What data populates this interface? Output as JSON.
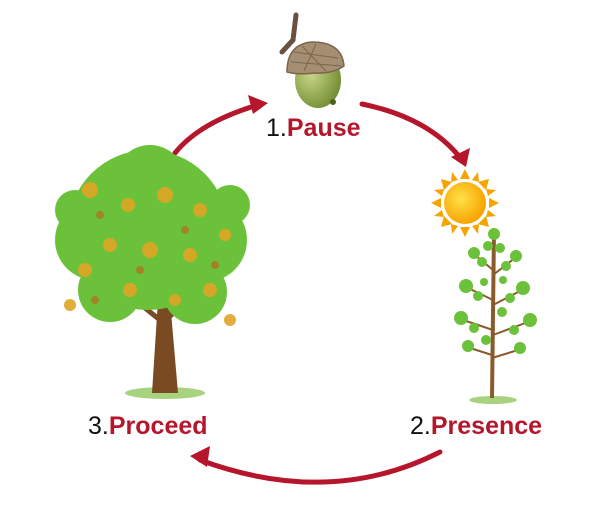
{
  "colors": {
    "arrow": "#b5162b",
    "word": "#b5162b",
    "number": "#111111",
    "leaf_green": "#6cc13a",
    "leaf_autumn": "#e0a526",
    "trunk": "#7a4a22",
    "sun": "#f6a800"
  },
  "icons": {
    "stage1": "acorn-icon",
    "stage2_sun": "sun-icon",
    "stage2_tree": "sapling-icon",
    "stage3": "oak-tree-icon",
    "connectors": "cycle-arrow-icon"
  },
  "steps": [
    {
      "number": "1.",
      "word": "Pause"
    },
    {
      "number": "2.",
      "word": "Presence"
    },
    {
      "number": "3.",
      "word": "Proceed"
    }
  ]
}
